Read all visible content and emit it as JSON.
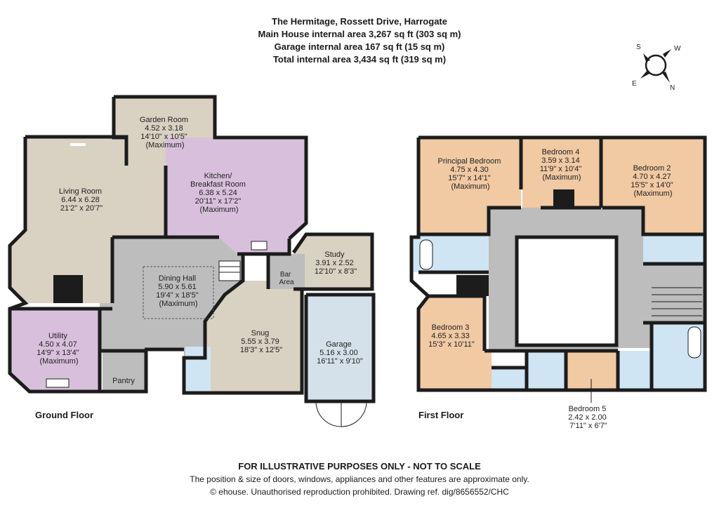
{
  "header": {
    "address": "The Hermitage, Rossett Drive, Harrogate",
    "main_area": "Main House internal area 3,267 sq ft (303 sq m)",
    "garage_area": "Garage internal area 167 sq ft (15 sq m)",
    "total_area": "Total internal area 3,434 sq ft (319 sq m)"
  },
  "compass": {
    "s": "S",
    "w": "W",
    "e": "E",
    "n": "N"
  },
  "floors": {
    "ground": "Ground Floor",
    "first": "First Floor"
  },
  "colors": {
    "wall": "#1c1c1c",
    "living": "#d9d1c2",
    "kitchen": "#d8c0dc",
    "hall": "#bdbdbd",
    "bedroom": "#f1c9a3",
    "bathroom": "#cfe5f3",
    "garage": "#d4e1ea"
  },
  "rooms": {
    "garden_room": [
      "Garden Room",
      "4.52 x 3.18",
      "14'10\" x 10'5\"",
      "(Maximum)"
    ],
    "living_room": [
      "Living Room",
      "6.44 x 6.28",
      "21'2\" x 20'7\""
    ],
    "kitchen": [
      "Kitchen/",
      "Breakfast Room",
      "6.38 x 5.24",
      "20'11\" x 17'2\"",
      "(Maximum)"
    ],
    "dining_hall": [
      "Dining Hall",
      "5.90 x 5.61",
      "19'4\" x 18'5\"",
      "(Maximum)"
    ],
    "study": [
      "Study",
      "3.91 x 2.52",
      "12'10\" x 8'3\""
    ],
    "bar_area": [
      "Bar",
      "Area"
    ],
    "snug": [
      "Snug",
      "5.55 x 3.79",
      "18'3\" x 12'5\""
    ],
    "utility": [
      "Utility",
      "4.50 x 4.07",
      "14'9\" x 13'4\"",
      "(Maximum)"
    ],
    "pantry": [
      "Pantry"
    ],
    "garage": [
      "Garage",
      "5.16 x 3.00",
      "16'11\" x 9'10\""
    ],
    "principal_bedroom": [
      "Principal Bedroom",
      "4.75 x 4.30",
      "15'7\" x 14'1\"",
      "(Maximum)"
    ],
    "bedroom_4": [
      "Bedroom 4",
      "3.59 x 3.14",
      "11'9\" x 10'4\"",
      "(Maximum)"
    ],
    "bedroom_2": [
      "Bedroom 2",
      "4.70 x 4.27",
      "15'5\" x 14'0\"",
      "(Maximum)"
    ],
    "bedroom_3": [
      "Bedroom 3",
      "4.65 x 3.33",
      "15'3\" x 10'11\""
    ],
    "bedroom_5": [
      "Bedroom 5",
      "2.42 x 2.00",
      "7'11\" x 6'7\""
    ]
  },
  "footer": {
    "disclaimer": "FOR ILLUSTRATIVE PURPOSES ONLY - NOT TO SCALE",
    "note": "The position & size of doors, windows, appliances and other features are approximate only.",
    "copyright": "© ehouse. Unauthorised reproduction prohibited. Drawing ref. dig/8656552/CHC"
  }
}
